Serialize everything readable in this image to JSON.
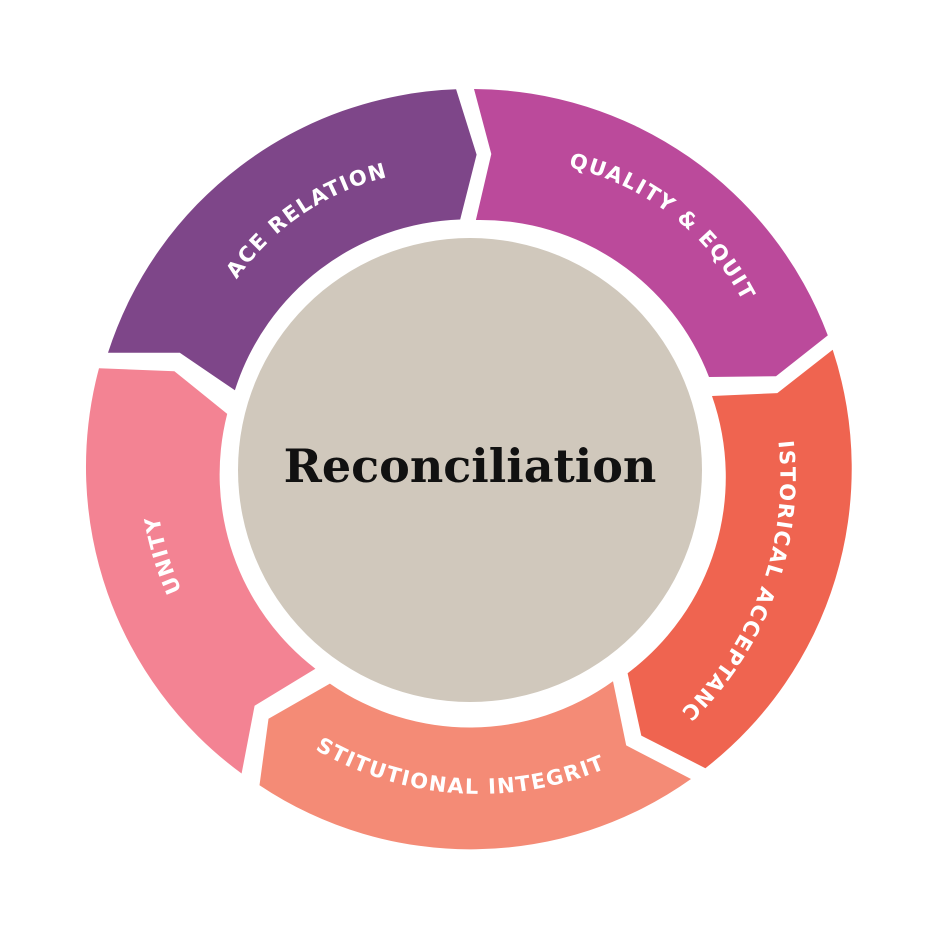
{
  "center": {
    "label": "Reconciliation",
    "color": "#d0c8bc"
  },
  "segments": [
    {
      "label": "RACE RELATIONS",
      "color": "#7e4689",
      "icon": "curved-arrow-segment"
    },
    {
      "label": "EQUALITY & EQUITY",
      "color": "#bb4a9b",
      "icon": "curved-arrow-segment"
    },
    {
      "label": "HISTORICAL ACCEPTANCE",
      "color": "#ef6450",
      "icon": "curved-arrow-segment"
    },
    {
      "label": "INSTITUTIONAL INTEGRITY",
      "color": "#f48b76",
      "icon": "curved-arrow-segment"
    },
    {
      "label": "UNITY",
      "color": "#f38393",
      "icon": "curved-arrow-segment"
    }
  ]
}
